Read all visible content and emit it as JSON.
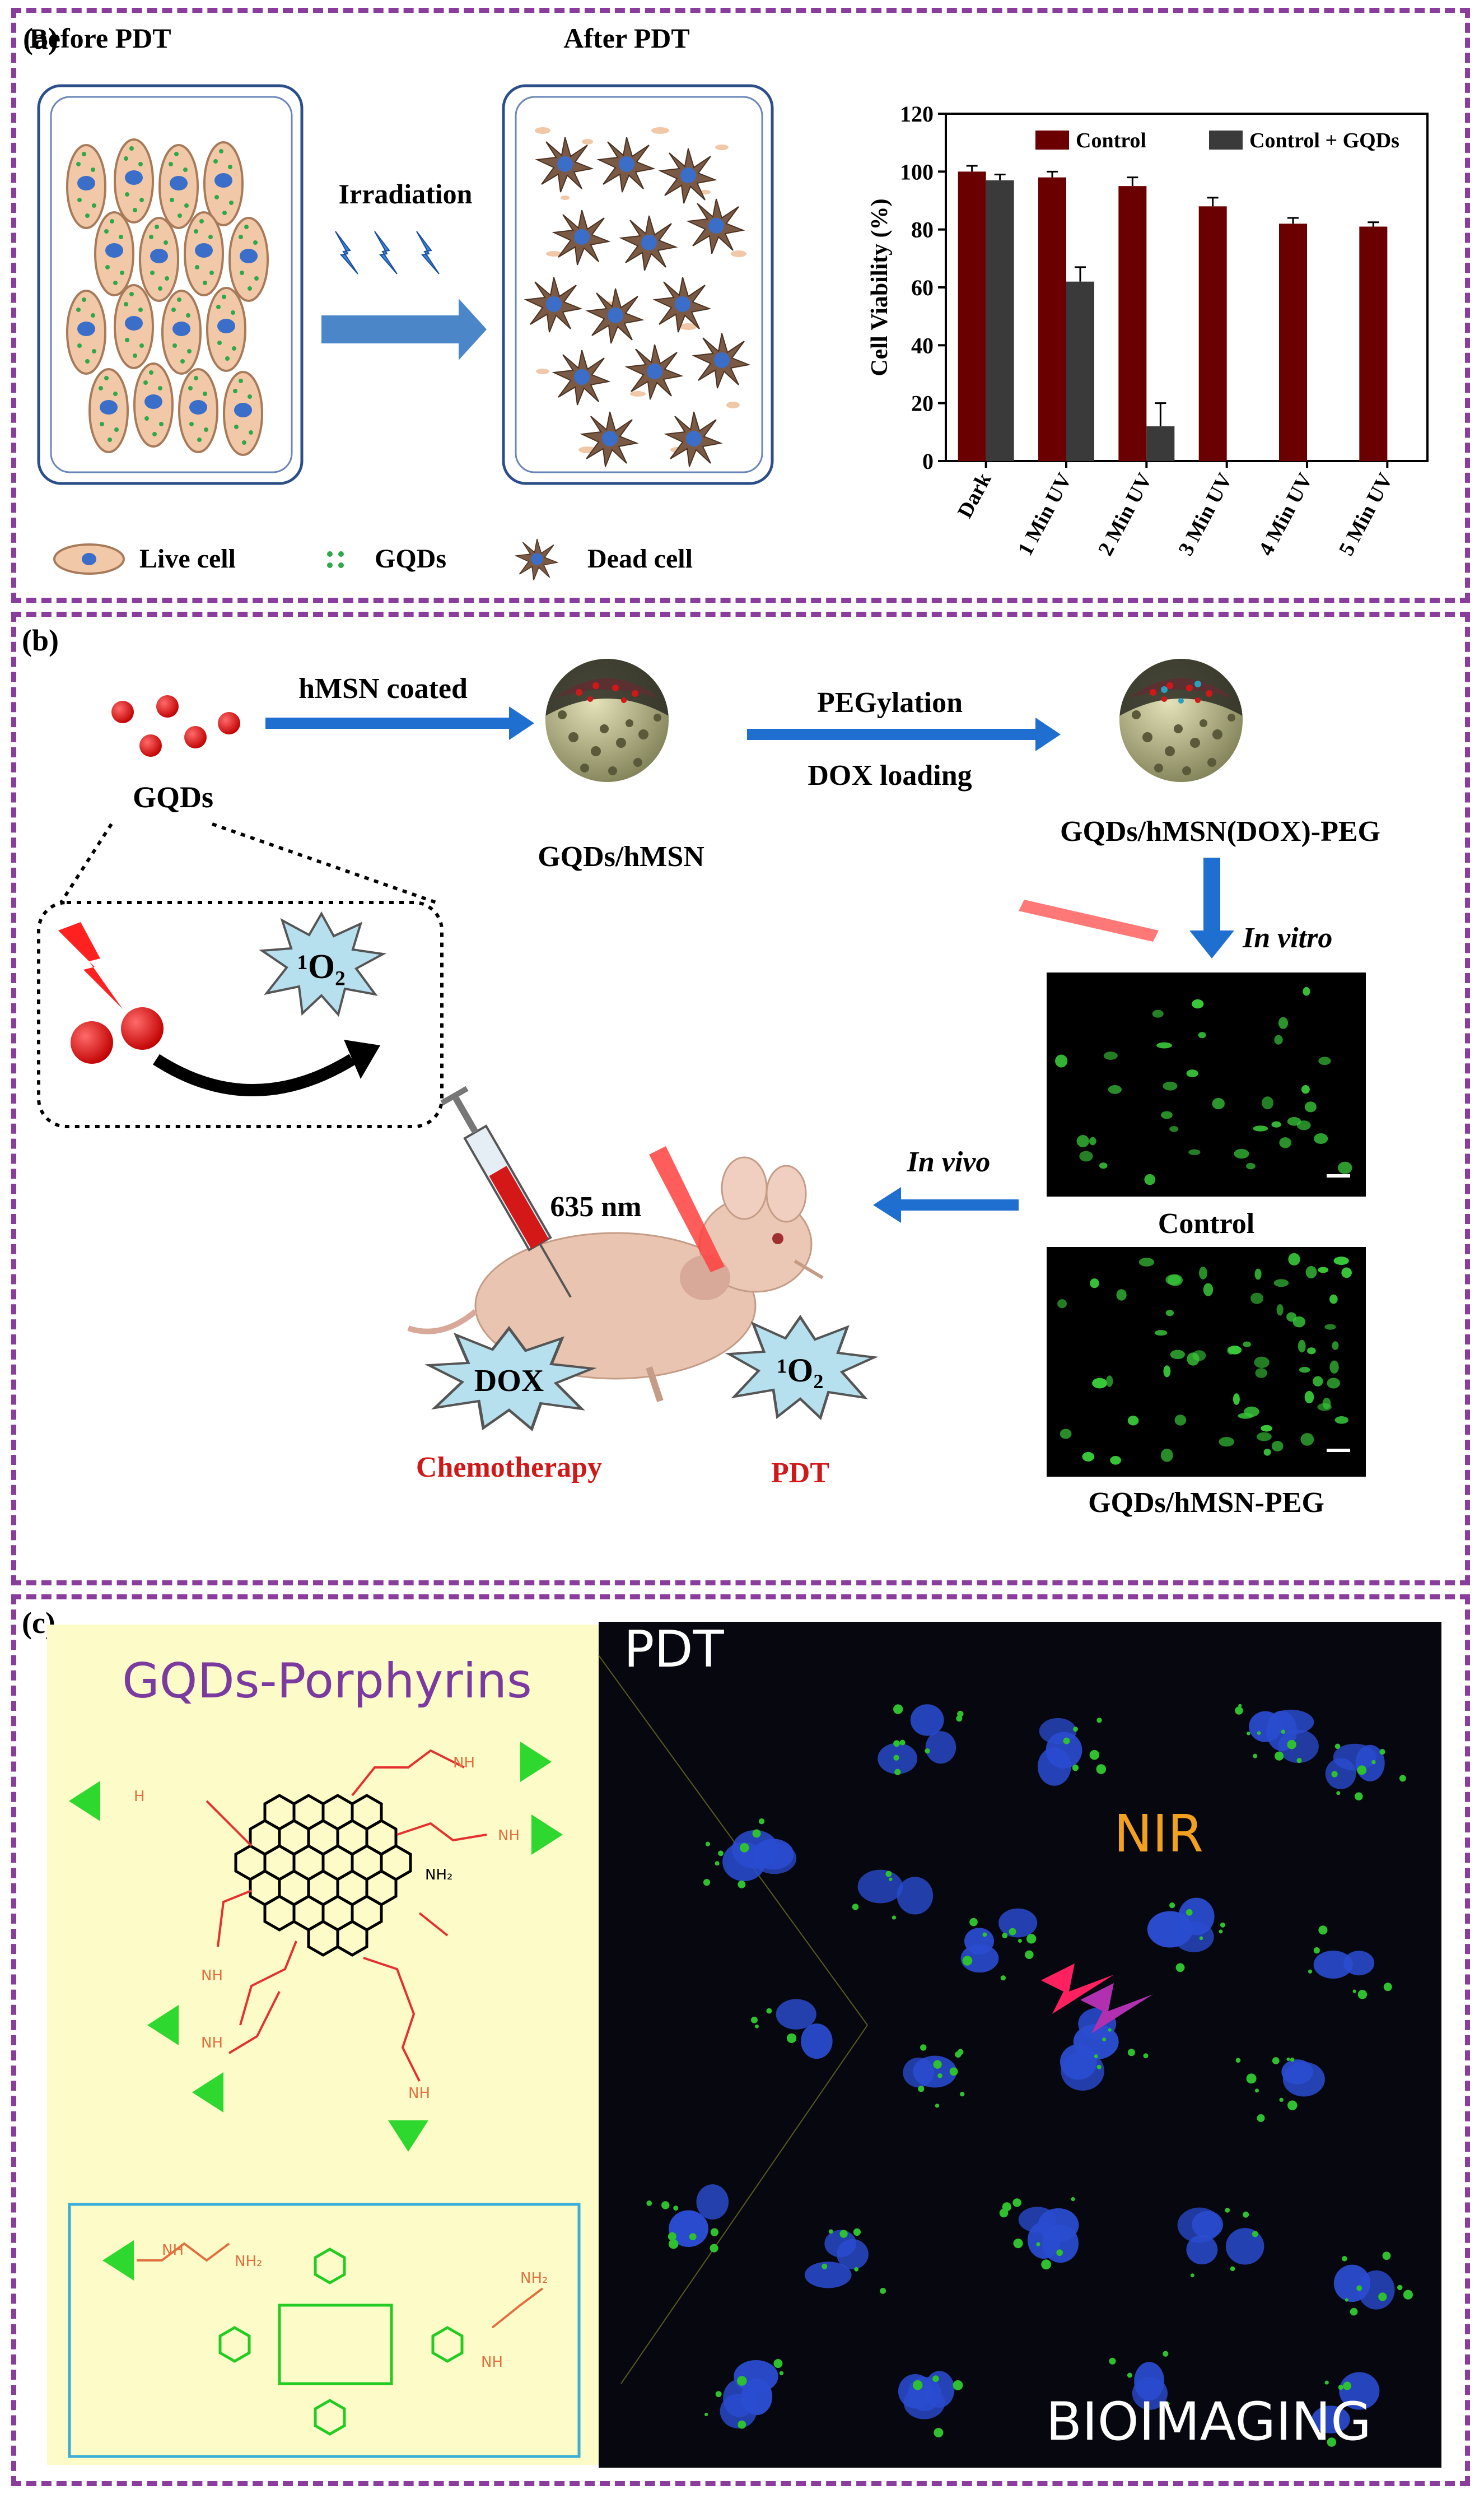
{
  "panel_a": {
    "tag": "(a)",
    "before_label": "Before PDT",
    "after_label": "After PDT",
    "irradiation_label": "Irradiation",
    "legend": {
      "live": "Live cell",
      "gqds": "GQDs",
      "dead": "Dead cell"
    }
  },
  "panel_b": {
    "tag": "(b)",
    "gqds": "GQDs",
    "hmsn_coated": "hMSN coated",
    "gqds_hmsn": "GQDs/hMSN",
    "pegylation": "PEGylation",
    "dox_loading": "DOX loading",
    "gqds_hmsn_dox_peg": "GQDs/hMSN(DOX)-PEG",
    "in_vitro": "In vitro",
    "in_vivo": "In vivo",
    "control": "Control",
    "gqds_hmsn_peg": "GQDs/hMSN-PEG",
    "wavelength": "635 nm",
    "singlet_oxygen": "¹O₂",
    "dox": "DOX",
    "chemotherapy": "Chemotherapy",
    "pdt": "PDT"
  },
  "panel_c": {
    "tag": "(c)",
    "title": "GQDs-Porphyrins",
    "pdt": "PDT",
    "nir": "NIR",
    "bioimaging": "BIOIMAGING",
    "nh": "NH",
    "nh2": "NH₂",
    "h": "H"
  },
  "colors": {
    "frame": "#8a3d9c",
    "control_bar": "#6b0000",
    "gqds_bar": "#3a3a3a",
    "arrow": "#1f6fd0",
    "red_text": "#d01818",
    "porphyrin_green": "#22dd22",
    "linker_red": "#e53030"
  },
  "chart_data": {
    "type": "bar",
    "categories": [
      "Dark",
      "1 Min UV",
      "2 Min UV",
      "3 Min UV",
      "4 Min UV",
      "5 Min UV"
    ],
    "series": [
      {
        "name": "Control",
        "values": [
          100,
          98,
          95,
          88,
          82,
          81
        ],
        "errors": [
          2,
          2,
          3,
          3,
          2,
          1.5
        ]
      },
      {
        "name": "Control + GQDs",
        "values": [
          97,
          62,
          12,
          null,
          null,
          null
        ],
        "errors": [
          2,
          5,
          8,
          null,
          null,
          null
        ]
      }
    ],
    "ylabel": "Cell Viability (%)",
    "ylim": [
      0,
      120
    ],
    "yticks": [
      0,
      20,
      40,
      60,
      80,
      100,
      120
    ],
    "legend": "top"
  }
}
